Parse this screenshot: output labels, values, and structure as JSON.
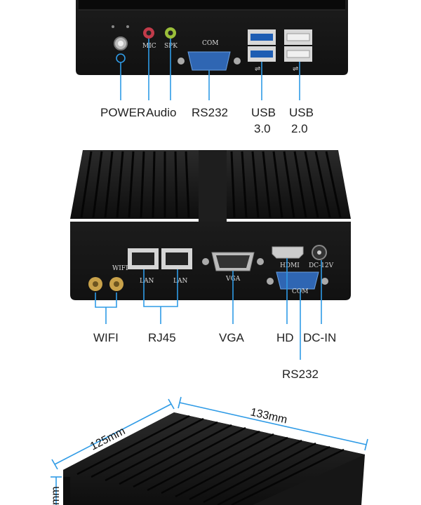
{
  "top_panel": {
    "labels": {
      "power": "POWER",
      "audio": "Audio",
      "rs232": "RS232",
      "usb3": "USB",
      "usb3_version": "3.0",
      "usb2": "USB",
      "usb2_version": "2.0"
    },
    "port_text": {
      "mic": "MIC",
      "spk": "SPK",
      "com": "COM"
    }
  },
  "middle_panel": {
    "labels": {
      "wifi": "WIFI",
      "rj45": "RJ45",
      "vga": "VGA",
      "hd": "HD",
      "dcin": "DC-IN",
      "rs232": "RS232"
    },
    "port_text": {
      "wifi": "WIFI",
      "lan1": "LAN",
      "lan2": "LAN",
      "vga": "VGA",
      "hdmi": "HDMI",
      "dc": "DC-12V",
      "com": "COM"
    }
  },
  "dimensions": {
    "depth": "125mm",
    "width": "133mm",
    "height": "mm"
  },
  "colors": {
    "accent_line": "#2f9be6",
    "chassis": "#1a1a1a"
  }
}
